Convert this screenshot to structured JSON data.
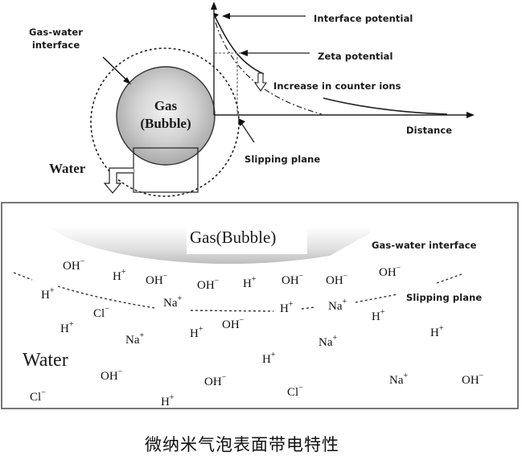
{
  "top_diagram": {
    "bubble_label_line1": "Gas",
    "bubble_label_line2": "(Bubble)",
    "gas_water_interface_line1": "Gas-water",
    "gas_water_interface_line2": "interface",
    "water_label": "Water",
    "interface_potential": "Interface potential",
    "zeta_potential": "Zeta potential",
    "increase_counter_ions": "Increase in counter ions",
    "distance": "Distance",
    "slipping_plane": "Slipping plane"
  },
  "bottom_diagram": {
    "bubble_label": "Gas(Bubble)",
    "gas_water_interface": "Gas-water interface",
    "slipping_plane": "Slipping plane",
    "water_label": "Water",
    "ions": [
      {
        "base": "OH",
        "charge": "−"
      },
      {
        "base": "H",
        "charge": "+"
      },
      {
        "base": "OH",
        "charge": "−"
      },
      {
        "base": "OH",
        "charge": "−"
      },
      {
        "base": "H",
        "charge": "+"
      },
      {
        "base": "OH",
        "charge": "−"
      },
      {
        "base": "OH",
        "charge": "−"
      },
      {
        "base": "OH",
        "charge": "−"
      },
      {
        "base": "H",
        "charge": "+"
      },
      {
        "base": "Na",
        "charge": "+"
      },
      {
        "base": "H",
        "charge": "+"
      },
      {
        "base": "Na",
        "charge": "+"
      },
      {
        "base": "Cl",
        "charge": "−"
      },
      {
        "base": "H",
        "charge": "+"
      },
      {
        "base": "H",
        "charge": "+"
      },
      {
        "base": "H",
        "charge": "+"
      },
      {
        "base": "OH",
        "charge": "−"
      },
      {
        "base": "Na",
        "charge": "+"
      },
      {
        "base": "Na",
        "charge": "+"
      },
      {
        "base": "H",
        "charge": "+"
      },
      {
        "base": "H",
        "charge": "+"
      },
      {
        "base": "H",
        "charge": "+"
      },
      {
        "base": "OH",
        "charge": "−"
      },
      {
        "base": "OH",
        "charge": "−"
      },
      {
        "base": "Na",
        "charge": "+"
      },
      {
        "base": "OH",
        "charge": "−"
      },
      {
        "base": "Cl",
        "charge": "−"
      },
      {
        "base": "H",
        "charge": "+"
      },
      {
        "base": "Cl",
        "charge": "−"
      }
    ]
  },
  "caption": "微纳米气泡表面带电特性"
}
